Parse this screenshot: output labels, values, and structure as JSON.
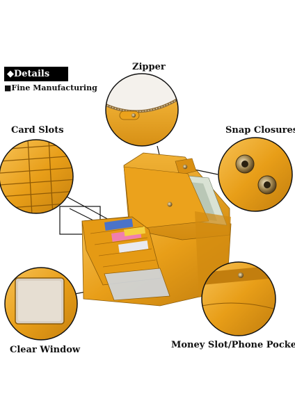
{
  "header": {
    "badge": "◆Details",
    "subtitle": "■Fine Manufacturing"
  },
  "callouts": {
    "zipper": "Zipper",
    "card_slots": "Card Slots",
    "snap_closures": "Snap Closures",
    "clear_window": "Clear Window",
    "money_slot": "Money Slot/Phone Pocket"
  },
  "colors": {
    "leather": "#E8A21A",
    "leather_dark": "#B9760C",
    "leather_light": "#F6C55A",
    "accent_black": "#000000"
  }
}
